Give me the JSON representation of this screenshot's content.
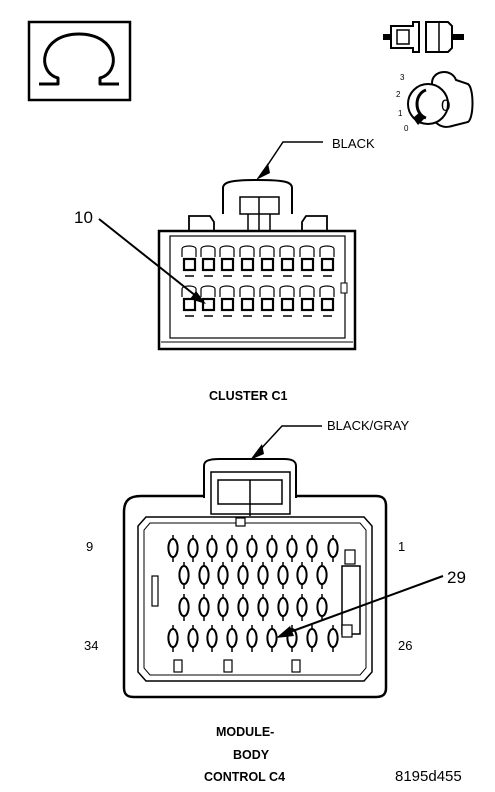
{
  "meter_symbol": {
    "icon": "ohm-icon"
  },
  "ignition_icons": {
    "connector_icon": "disconnect-connector-icon",
    "key_icon": "ignition-key-off-icon",
    "key_positions": [
      "3",
      "2",
      "1",
      "0"
    ],
    "key_value": "0"
  },
  "connector_c1": {
    "callout_color": "BLACK",
    "pin_callout": "10",
    "title": "CLUSTER C1"
  },
  "connector_c4": {
    "callout_color": "BLACK/GRAY",
    "pin_callout": "29",
    "left_top_pin": "9",
    "left_bottom_pin": "34",
    "right_top_pin": "1",
    "right_bottom_pin": "26",
    "title_lines": [
      "MODULE-",
      "BODY",
      "CONTROL C4"
    ]
  },
  "figure_id": "8195d455"
}
